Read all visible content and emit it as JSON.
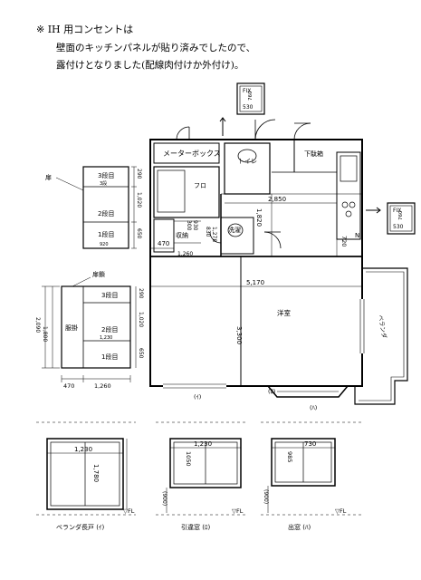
{
  "note": {
    "line1": "※ IH 用コンセントは",
    "line2": "壁面のキッチンパネルが貼り済みでしたので、",
    "line3": "露付けとなりました(配線肉付けか外付け)。"
  },
  "fix_top": {
    "label": "FIX",
    "h": "760",
    "w": "530"
  },
  "fix_right": {
    "label": "FIX",
    "h": "760",
    "w": "530"
  },
  "rooms": {
    "meter_box": "メーターボックス",
    "toilet": "トイレ",
    "bath": "フロ",
    "storage": "収納",
    "washroom": "洗濯",
    "under_ceiling": "下駄箱",
    "western_room": "洋室",
    "balcony": "ベランダ"
  },
  "plan_dims": {
    "kitchen_w": "2,850",
    "main_w": "5,170",
    "main_h": "3,300",
    "d_1820": "1,820",
    "d_470": "470",
    "d_720": "720",
    "s_300": "300",
    "s_930": "930",
    "s_260": "1,260",
    "s_830": "830",
    "s_278": "1,278"
  },
  "shelf_top": {
    "s3": "3段目",
    "s2": "2段目",
    "s1": "1段目",
    "note_3": "3段",
    "note_1": "920",
    "d_290": "290",
    "d_1020": "1,020",
    "d_650": "650",
    "label": "扉"
  },
  "shelf_bottom": {
    "label_top": "扉鎖",
    "hanger": "服掛",
    "s3": "3段目",
    "s2": "2段目",
    "s1": "1段目",
    "note_mid": "1,230",
    "d_290": "290",
    "d_1020": "1,020",
    "d_650": "650",
    "d_2090": "2,090",
    "d_1800": "1,800",
    "d_470": "470",
    "d_1260": "1,260"
  },
  "markers": {
    "a": "(ｲ)",
    "ro": "(ﾛ)",
    "ha": "(ﾊ)",
    "north": "N"
  },
  "windows": [
    {
      "w": "1,230",
      "h": "1,780",
      "fl": "▽FL",
      "caption": "ベランダ長戸 (ｲ)"
    },
    {
      "w": "1,230",
      "h": "1050",
      "sill": "(900)",
      "fl": "▽FL",
      "caption": "引違窓 (ﾛ)"
    },
    {
      "w": "730",
      "h": "985",
      "sill": "(900)",
      "fl": "▽FL",
      "caption": "出窓 (ﾊ)"
    }
  ]
}
